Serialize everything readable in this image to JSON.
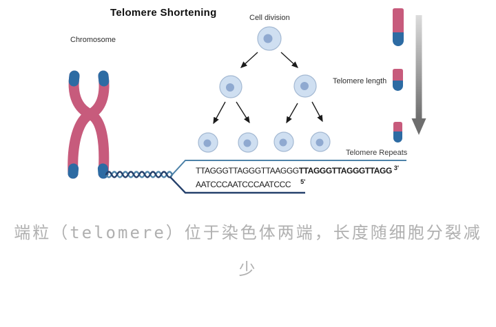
{
  "diagram": {
    "title": "Telomere Shortening",
    "labels": {
      "chromosome": "Chromosome",
      "cell_division": "Cell division",
      "telomere_length": "Telomere length",
      "telomere_repeats": "Telomere Repeats"
    },
    "sequence": {
      "top_strand_regular": "TTAGGGTTAGGGTTAAGGG",
      "top_strand_bold": "TTAGGGTTAGGGTTAGG",
      "top_strand_end": "3'",
      "bottom_strand": "AATCCCAATCCCAATCCC",
      "bottom_strand_end": "5'"
    },
    "icons": [
      "chromosome-icon",
      "dna-helix-icon",
      "cell-icon",
      "division-arrow-icon",
      "telomere-bar-icon",
      "shortening-arrow-icon"
    ],
    "colors": {
      "chromosome_pink": "#c75b7c",
      "telomere_blue": "#2d6ba3",
      "cell_fill": "#cfdff1",
      "cell_border": "#a3b8d2",
      "nucleus_fill": "#8fa9d0",
      "strand_navy": "#24406b",
      "strand_steel": "#4d82a8",
      "tree_arrow_black": "#1b1b1b",
      "gray_arrow_light": "#dcdcdc",
      "gray_arrow_dark": "#6e6e6e",
      "caption_gray": "#b0b0b0"
    }
  },
  "caption": {
    "line1": "端粒（telomere）位于染色体两端，长度随细胞分裂减",
    "line2": "少"
  }
}
